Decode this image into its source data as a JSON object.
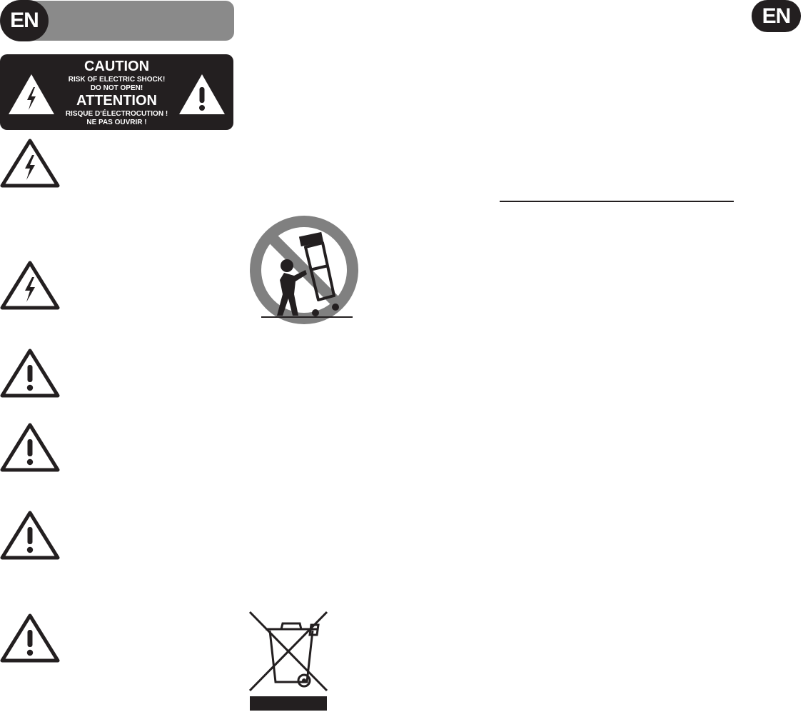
{
  "header": {
    "language_badge_left": "EN",
    "language_badge_right": "EN"
  },
  "caution_panel": {
    "line1": "CAUTION",
    "line2": "RISK OF ELECTRIC SHOCK!",
    "line3": "DO NOT OPEN!",
    "line4": "ATTENTION",
    "line5": "RISQUE D’ÉLECTROCUTION !",
    "line6": "NE PAS OUVRIR !"
  },
  "icons": {
    "caution_left": "lightning-warning-icon",
    "caution_right": "exclamation-warning-icon",
    "warnings": [
      "lightning-warning-icon",
      "lightning-warning-icon",
      "exclamation-warning-icon",
      "exclamation-warning-icon",
      "exclamation-warning-icon",
      "exclamation-warning-icon"
    ],
    "trolley": "no-cart-tipping-icon",
    "bin": "weee-crossed-bin-icon"
  },
  "colors": {
    "ink": "#231f20",
    "header_gray": "#8a8a8a",
    "sign_gray": "#808080"
  }
}
